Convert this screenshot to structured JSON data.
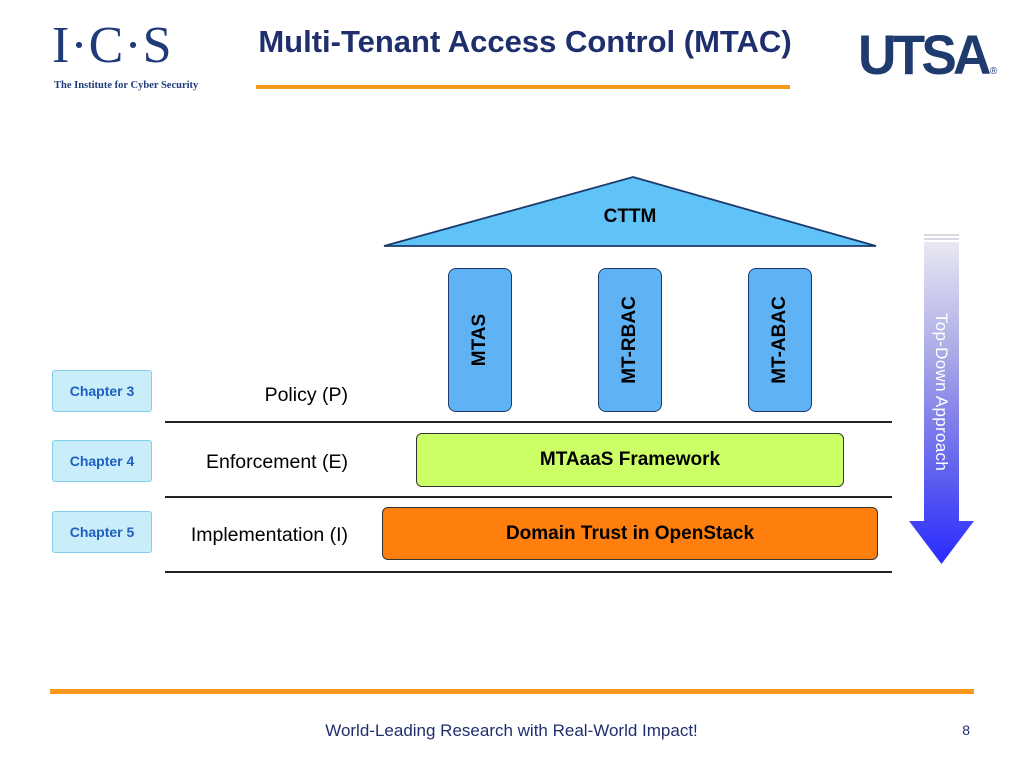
{
  "header": {
    "logo_main": "I·C·S",
    "logo_sub": "The Institute for Cyber Security",
    "title": "Multi-Tenant Access Control (MTAC)",
    "brand_logo": "UTSA",
    "brand_reg": "®"
  },
  "diagram": {
    "roof": {
      "label": "CTTM",
      "color": "#5fc3f7"
    },
    "pillars": [
      {
        "label": "MTAS"
      },
      {
        "label": "MT-RBAC"
      },
      {
        "label": "MT-ABAC"
      }
    ],
    "layers": [
      {
        "label": "Policy (P)",
        "chapter": "Chapter 3"
      },
      {
        "label": "Enforcement (E)",
        "chapter": "Chapter 4"
      },
      {
        "label": "Implementation (I)",
        "chapter": "Chapter 5"
      }
    ],
    "framework_box": {
      "label": "MTAaaS Framework",
      "color": "#ccff66"
    },
    "openstack_box": {
      "label": "Domain Trust in OpenStack",
      "color": "#ff7f0e"
    },
    "arrow": {
      "label": "Top-Down Approach",
      "direction": "down"
    }
  },
  "footer": {
    "tagline": "World-Leading Research with Real-World Impact!",
    "page": "8"
  }
}
